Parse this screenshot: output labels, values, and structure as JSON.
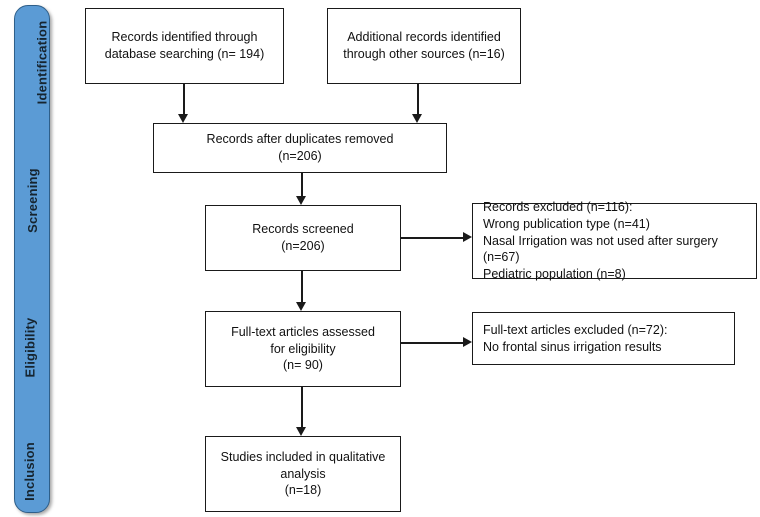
{
  "diagram": {
    "title": "PRISMA flow diagram",
    "colors": {
      "rail_fill": "#5B9BD5",
      "rail_border": "#2E5F8A",
      "box_border": "#1a1a1a",
      "box_fill": "#ffffff",
      "text": "#111111"
    },
    "stages": [
      {
        "id": "identification",
        "label": "Identification"
      },
      {
        "id": "screening",
        "label": "Screening"
      },
      {
        "id": "eligibility",
        "label": "Eligibility"
      },
      {
        "id": "inclusion",
        "label": "Inclusion"
      }
    ],
    "boxes": [
      {
        "id": "database-search",
        "text": "Records identified through\ndatabase searching (n= 194)"
      },
      {
        "id": "other-sources",
        "text": "Additional records identified\nthrough other sources (n=16)"
      },
      {
        "id": "duplicates-removed",
        "text": "Records after duplicates removed\n(n=206)"
      },
      {
        "id": "records-screened",
        "text": "Records screened\n(n=206)"
      },
      {
        "id": "records-excluded",
        "text": "Records excluded (n=116):\nWrong publication type (n=41)\nNasal Irrigation was not used after surgery (n=67)\nPediatric population (n=8)"
      },
      {
        "id": "fulltext-assessed",
        "text": "Full-text articles assessed\nfor eligibility\n(n= 90)"
      },
      {
        "id": "fulltext-excluded",
        "text": "Full-text articles excluded (n=72):\nNo frontal sinus irrigation results"
      },
      {
        "id": "studies-included",
        "text": "Studies included in qualitative\nanalysis\n(n=18)"
      }
    ]
  }
}
